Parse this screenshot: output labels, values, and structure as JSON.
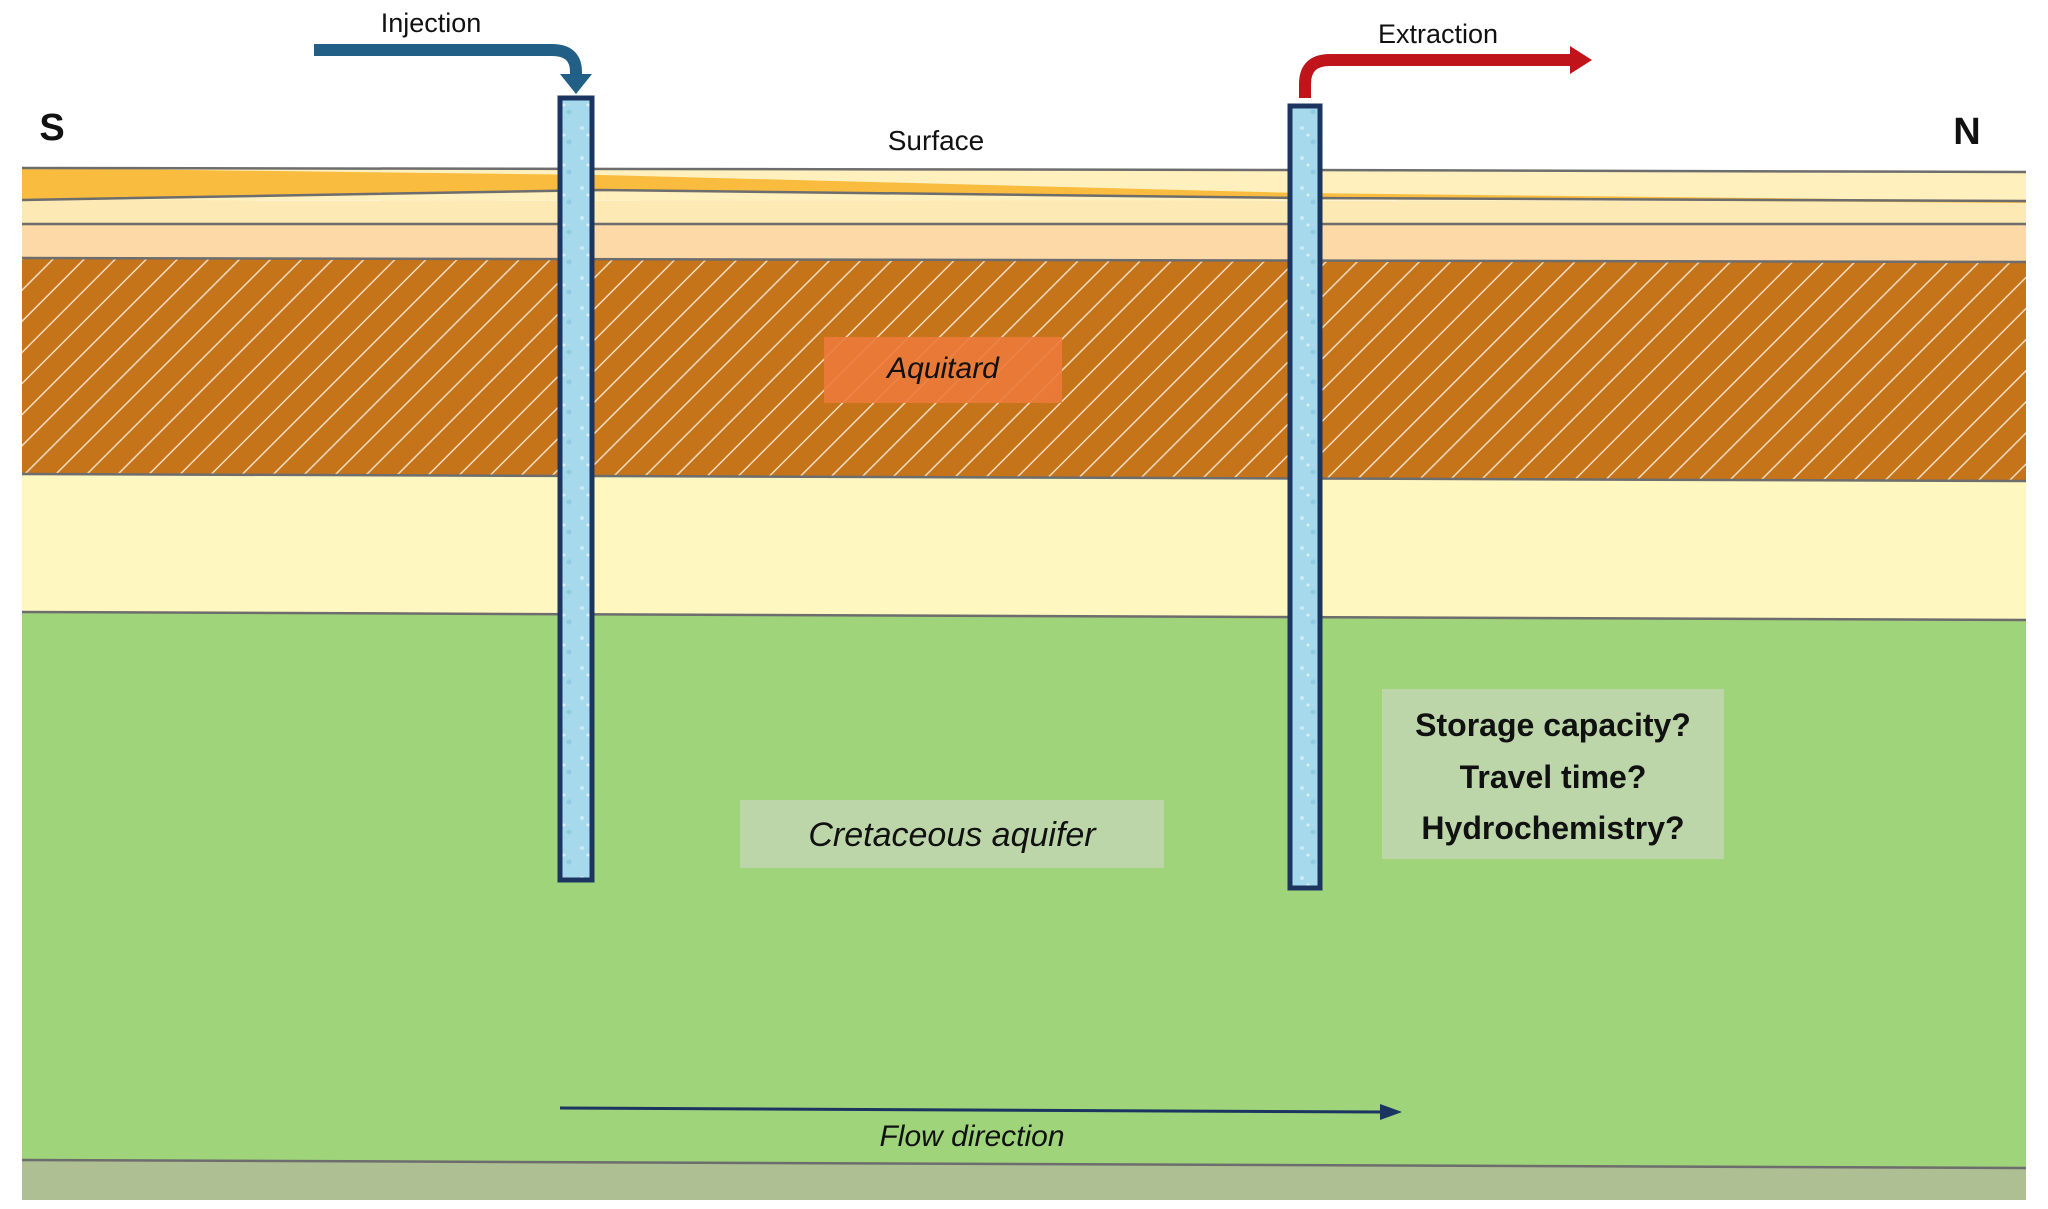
{
  "orientation": {
    "left": "S",
    "right": "N"
  },
  "labels": {
    "surface": "Surface",
    "injection": "Injection",
    "extraction": "Extraction",
    "aquitard": "Aquitard",
    "aquifer": "Cretaceous aquifer",
    "flow": "Flow direction"
  },
  "questions": [
    "Storage capacity?",
    "Travel time?",
    "Hydrochemistry?"
  ],
  "colors": {
    "surface_orange": "#f9bc3f",
    "surface_cream": "#fde9a8",
    "sand_light": "#fde9b4",
    "sand_peach": "#fcd9a6",
    "aquitard": "#c5741a",
    "aquitard_label_bg": "#ec7a3a",
    "sand_yellow": "#fff7c0",
    "aquifer": "#a0d47b",
    "aquifer_label_bg": "#bcd6aa",
    "bedrock": "#aebf93",
    "well_fill": "#a7d9ec",
    "well_outline": "#1b3560",
    "injection_arrow": "#215f86",
    "extraction_arrow": "#c0141b",
    "flow_arrow": "#1b3560"
  }
}
